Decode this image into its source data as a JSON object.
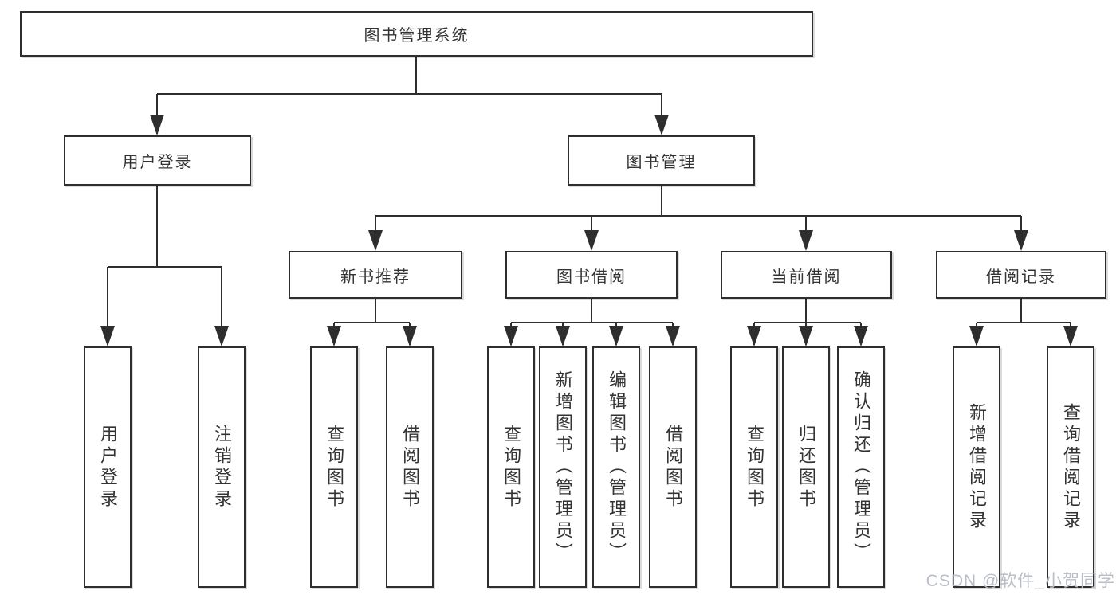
{
  "diagram": {
    "root": {
      "label": "图书管理系统"
    },
    "branches": [
      {
        "label": "用户登录",
        "children": [
          {
            "label": "用户登录"
          },
          {
            "label": "注销登录"
          }
        ]
      },
      {
        "label": "图书管理",
        "children": [
          {
            "label": "新书推荐",
            "children": [
              {
                "label": "查询图书"
              },
              {
                "label": "借阅图书"
              }
            ]
          },
          {
            "label": "图书借阅",
            "children": [
              {
                "label": "查询图书"
              },
              {
                "label": "新增图书（管理员）"
              },
              {
                "label": "编辑图书（管理员）"
              },
              {
                "label": "借阅图书"
              }
            ]
          },
          {
            "label": "当前借阅",
            "children": [
              {
                "label": "查询图书"
              },
              {
                "label": "归还图书"
              },
              {
                "label": "确认归还（管理员）"
              }
            ]
          },
          {
            "label": "借阅记录",
            "children": [
              {
                "label": "新增借阅记录"
              },
              {
                "label": "查询借阅记录"
              }
            ]
          }
        ]
      }
    ]
  },
  "watermark": {
    "text": "CSDN @软件_小贺同学"
  },
  "colors": {
    "line": "#2e2e2e",
    "box_border": "#2e2e2e",
    "text": "#333333",
    "watermark": "#b9bec6",
    "background": "#ffffff"
  }
}
